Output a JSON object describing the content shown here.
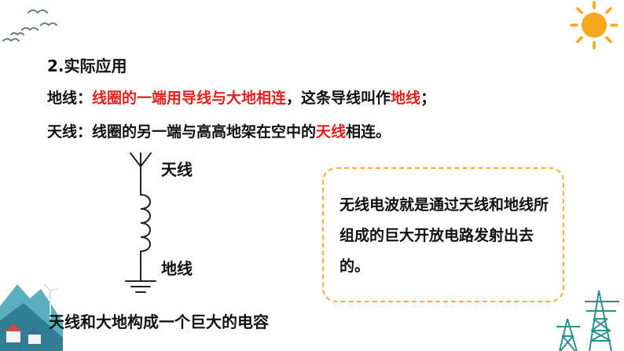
{
  "heading": "2.实际应用",
  "line1": {
    "prefix": "地线：",
    "highlight": "线圈的一端用导线与大地相连",
    "middle": "，这条导线叫作",
    "term": "地线",
    "suffix": "；"
  },
  "line2": {
    "prefix": "天线：线圈的另一端与高高地架在空中的",
    "term": "天线",
    "suffix": "相连。"
  },
  "diagram": {
    "antenna_label": "天线",
    "ground_label": "地线"
  },
  "note": "无线电波就是通过天线和地线所组成的巨大开放电路发射出去的。",
  "caption": "天线和大地构成一个巨大的电容",
  "colors": {
    "highlight": "#e41f1f",
    "dashed_border": "#f4b03a",
    "sun": "#f7a81b"
  },
  "icons": [
    "birds-icon",
    "sun-icon",
    "landscape-icon",
    "power-tower-icon"
  ]
}
